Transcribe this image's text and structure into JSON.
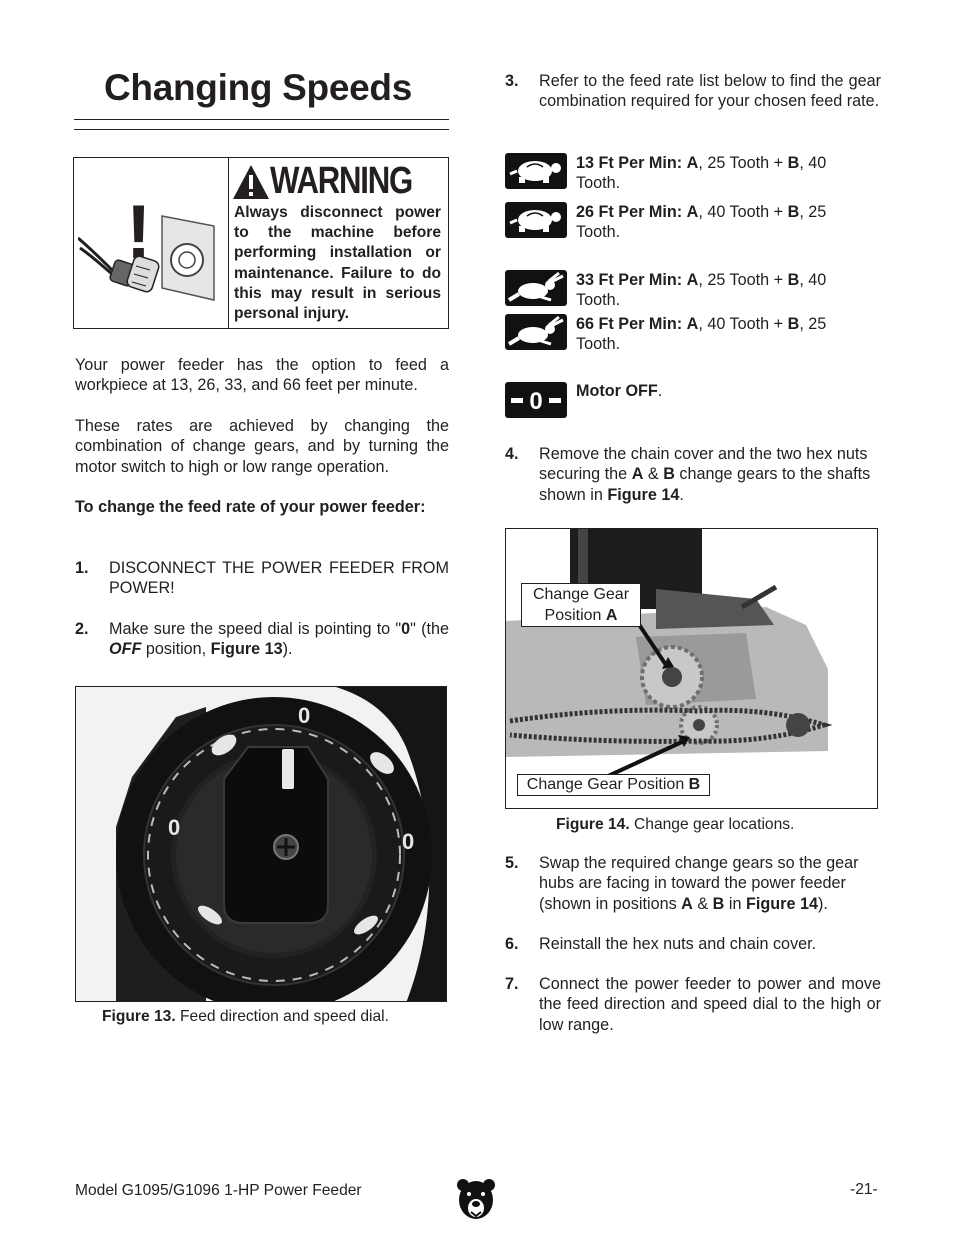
{
  "page": {
    "title": "Changing Speeds",
    "footer_model": "Model G1095/G1096 1-HP Power Feeder",
    "page_number": "-21-"
  },
  "warning": {
    "heading": "WARNING",
    "text": "Always disconnect power to the machine before performing installation or maintenance. Failure to do this may result in serious personal injury."
  },
  "intro": {
    "p1": "Your power feeder has the option to feed a workpiece at 13, 26, 33, and 66 feet per minute.",
    "p2": "These rates are achieved by changing the combination of change gears, and by turning the motor switch to high or low range operation.",
    "p3": "To change the feed rate of your power feeder:"
  },
  "steps": {
    "s1": {
      "num": "1.",
      "text": "DISCONNECT THE POWER FEEDER FROM POWER!"
    },
    "s2": {
      "num": "2.",
      "text_a": "Make sure the speed dial is pointing to \"",
      "zero": "0",
      "text_b": "\" (the ",
      "off": "OFF",
      "text_c": " position, ",
      "fig": "Figure 13",
      "text_d": ")."
    },
    "s3": {
      "num": "3.",
      "text": "Refer to the feed rate list below to find the gear combination required for your chosen feed rate."
    },
    "s4": {
      "num": "4.",
      "text_a": "Remove the chain cover and the two hex nuts securing the ",
      "a": "A",
      "amp": " & ",
      "b": "B",
      "text_b": " change gears to the shafts shown in ",
      "fig": "Figure 14",
      "text_c": "."
    },
    "s5": {
      "num": "5.",
      "text_a": "Swap the required change gears so the gear hubs are facing in toward the power feeder (shown in positions ",
      "a": "A",
      "amp": " & ",
      "b": "B",
      "text_b": " in ",
      "fig": "Figure 14",
      "text_c": ")."
    },
    "s6": {
      "num": "6.",
      "text": "Reinstall the hex nuts and chain cover."
    },
    "s7": {
      "num": "7.",
      "text": "Connect the power feeder to power and move the feed direction and speed dial to the high or low range."
    }
  },
  "speeds": [
    {
      "icon": "turtle-icon",
      "rate": "13 Ft Per Min:",
      "a": "A",
      "mid": ", 25 Tooth + ",
      "b": "B",
      "rest": ", 40 Tooth."
    },
    {
      "icon": "turtle-icon",
      "rate": "26 Ft Per Min:",
      "a": "A",
      "mid": ", 40 Tooth + ",
      "b": "B",
      "rest": ", 25 Tooth."
    },
    {
      "icon": "rabbit-icon",
      "rate": "33 Ft Per Min:",
      "a": "A",
      "mid": ", 25 Tooth + ",
      "b": "B",
      "rest": ", 40 Tooth."
    },
    {
      "icon": "rabbit-icon",
      "rate": "66 Ft Per Min:",
      "a": "A",
      "mid": ", 40 Tooth + ",
      "b": "B",
      "rest": ", 25 Tooth."
    }
  ],
  "motor_off": {
    "icon": "zero-icon",
    "label": "Motor OFF",
    "dot": ".",
    "icon_text": "0"
  },
  "figure13": {
    "label": "Figure 13.",
    "caption": " Feed direction and speed dial.",
    "dial_zero": "0"
  },
  "figure14": {
    "label": "Figure 14.",
    "caption": " Change gear locations.",
    "callout_a_line1": "Change Gear",
    "callout_a_line2": "Position ",
    "callout_a_letter": "A",
    "callout_b_text": "Change Gear Position ",
    "callout_b_letter": "B"
  }
}
